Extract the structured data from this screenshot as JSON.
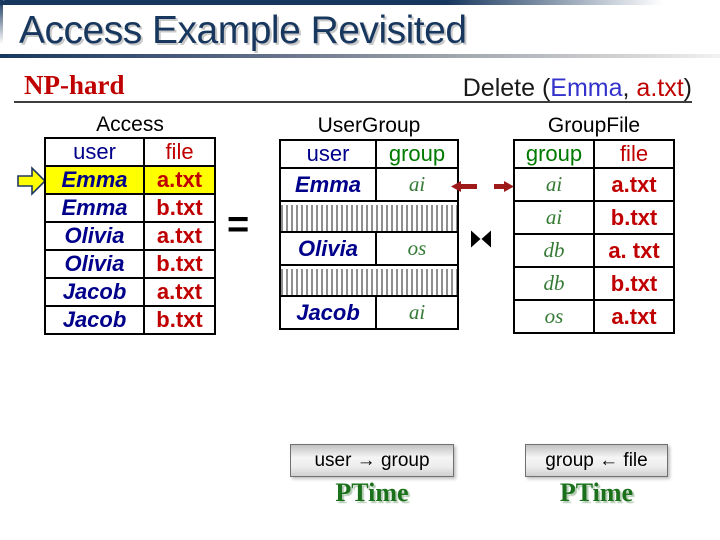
{
  "header": {
    "title": "Access Example Revisited",
    "complexity_label": "NP-hard",
    "operation": {
      "prefix": "Delete (",
      "user": "Emma",
      "separator": ", ",
      "file": "a.txt",
      "suffix": ")"
    }
  },
  "tables": {
    "access": {
      "title": "Access",
      "columns": [
        "user",
        "file"
      ],
      "rows": [
        [
          "Emma",
          "a.txt"
        ],
        [
          "Emma",
          "b.txt"
        ],
        [
          "Olivia",
          "a.txt"
        ],
        [
          "Olivia",
          "b.txt"
        ],
        [
          "Jacob",
          "a.txt"
        ],
        [
          "Jacob",
          "b.txt"
        ]
      ],
      "highlighted_row_index": 0
    },
    "user_group": {
      "title": "UserGroup",
      "columns": [
        "user",
        "group"
      ],
      "rows": [
        [
          "Emma",
          "ai"
        ],
        [
          "Olivia",
          "os"
        ],
        [
          "Jacob",
          "ai"
        ]
      ],
      "striped_placeholder_rows": [
        1,
        3
      ]
    },
    "group_file": {
      "title": "GroupFile",
      "columns": [
        "group",
        "file"
      ],
      "rows": [
        [
          "ai",
          "a.txt"
        ],
        [
          "ai",
          "b.txt"
        ],
        [
          "db",
          "a. txt"
        ],
        [
          "db",
          "b.txt"
        ],
        [
          "os",
          "a.txt"
        ]
      ]
    }
  },
  "operators": {
    "equals": "=",
    "natural_join": "⋈"
  },
  "footer": {
    "left_rule": "user → group",
    "left_complexity": "PTime",
    "right_rule": "group ← file",
    "right_complexity": "PTime"
  },
  "colors": {
    "title": "#17375E",
    "np_hard": "#C00000",
    "user_text": "#00008B",
    "file_text": "#C00000",
    "group_text": "#357A35",
    "highlight": "#FFFF00",
    "ptime": "#1B701B",
    "join_arrow": "#9E1A1A",
    "pointer_fill": "#FFFF00"
  }
}
